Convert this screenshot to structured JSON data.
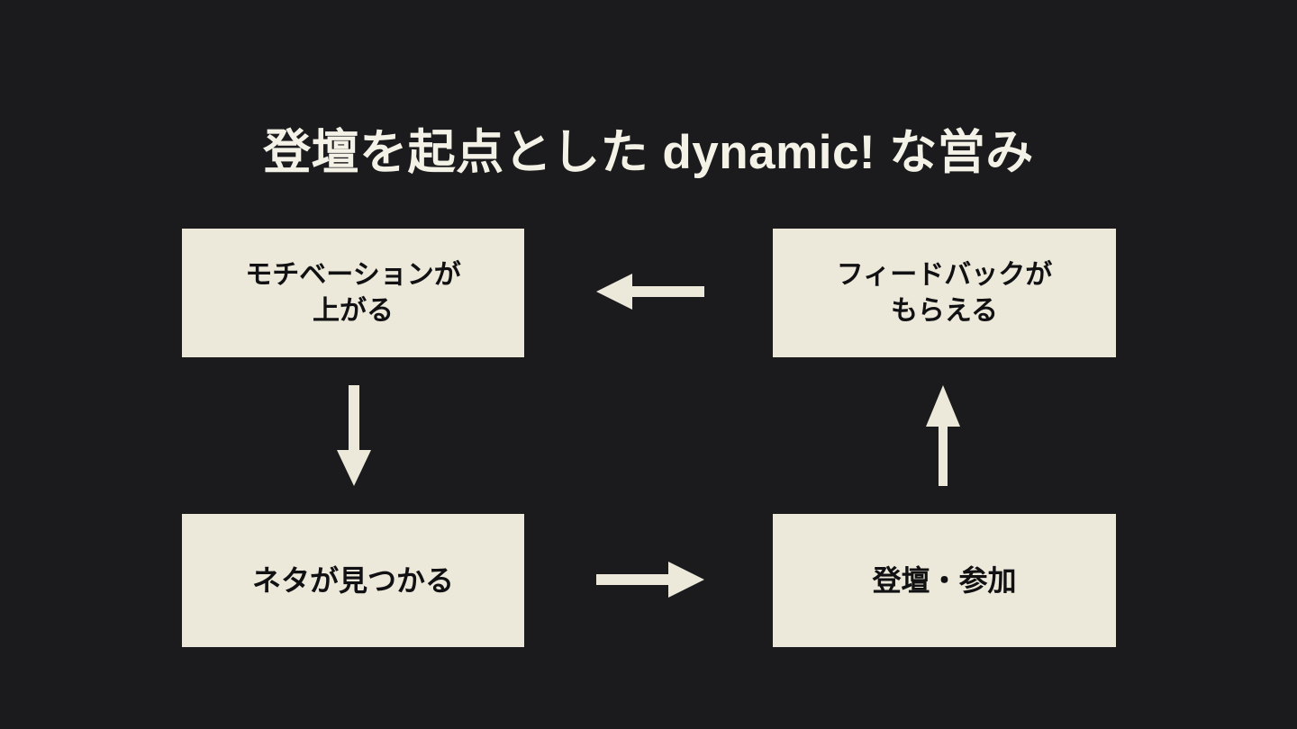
{
  "slide": {
    "background_color": "#1b1b1d",
    "box_fill_color": "#ece9da",
    "text_on_dark_color": "#f4f2e7",
    "text_on_box_color": "#111113",
    "title": "登壇を起点とした dynamic! な営み"
  },
  "diagram": {
    "type": "cycle-flow",
    "nodes": [
      {
        "id": "motivation",
        "label": "モチベーションが\n上がる",
        "line1": "モチベーションが",
        "line2": "上がる",
        "position": "top-left"
      },
      {
        "id": "feedback",
        "label": "フィードバックが\nもらえる",
        "line1": "フィードバックが",
        "line2": "もらえる",
        "position": "top-right"
      },
      {
        "id": "topic",
        "label": "ネタが見つかる",
        "line1": "ネタが見つかる",
        "line2": "",
        "position": "bottom-left"
      },
      {
        "id": "speak",
        "label": "登壇・参加",
        "line1": "登壇・参加",
        "line2": "",
        "position": "bottom-right"
      }
    ],
    "arrows": [
      {
        "id": "feedback-to-motivation",
        "from": "feedback",
        "to": "motivation",
        "direction": "left"
      },
      {
        "id": "motivation-to-topic",
        "from": "motivation",
        "to": "topic",
        "direction": "down"
      },
      {
        "id": "topic-to-speak",
        "from": "topic",
        "to": "speak",
        "direction": "right"
      },
      {
        "id": "speak-to-feedback",
        "from": "speak",
        "to": "feedback",
        "direction": "up"
      }
    ]
  }
}
